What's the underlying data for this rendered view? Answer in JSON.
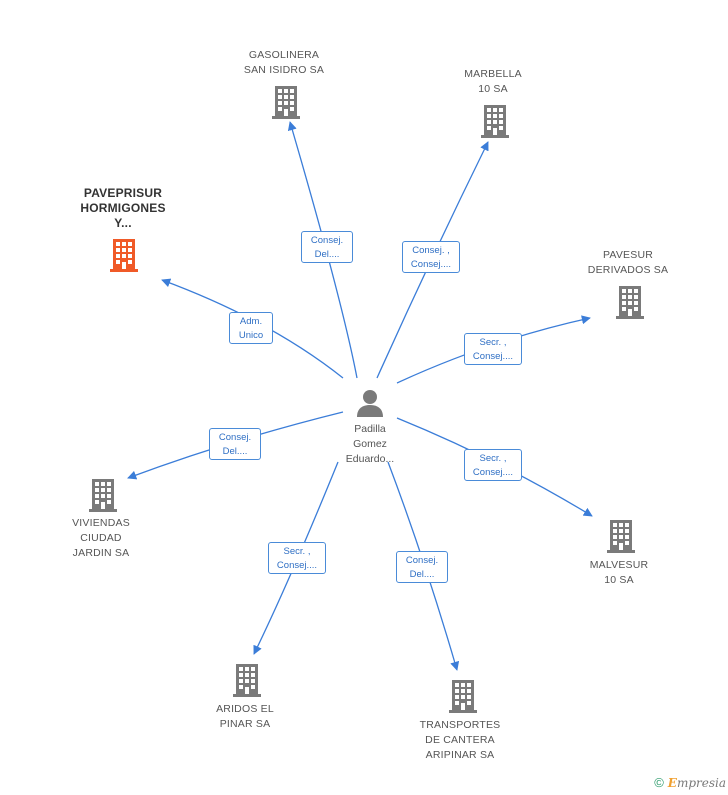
{
  "center": {
    "name_lines": [
      "Padilla",
      "Gomez",
      "Eduardo..."
    ],
    "icon": "person-icon"
  },
  "companies": [
    {
      "id": "gasolinera",
      "lines": [
        "GASOLINERA",
        "SAN ISIDRO SA"
      ],
      "icon": "building-icon",
      "color": "#7a7a7a",
      "relation": [
        "Consej.",
        "Del...."
      ]
    },
    {
      "id": "marbella",
      "lines": [
        "MARBELLA",
        "10 SA"
      ],
      "icon": "building-icon",
      "color": "#7a7a7a",
      "relation": [
        "Consej. ,",
        "Consej...."
      ]
    },
    {
      "id": "paveprisur",
      "lines": [
        "PAVEPRISUR",
        "HORMIGONES",
        "Y..."
      ],
      "icon": "building-icon",
      "color": "#f05a28",
      "highlight": true,
      "relation": [
        "Adm.",
        "Unico"
      ]
    },
    {
      "id": "pavesur",
      "lines": [
        "PAVESUR",
        "DERIVADOS SA"
      ],
      "icon": "building-icon",
      "color": "#7a7a7a",
      "relation": [
        "Secr. ,",
        "Consej...."
      ]
    },
    {
      "id": "viviendas",
      "lines": [
        "VIVIENDAS",
        "CIUDAD",
        "JARDIN SA"
      ],
      "icon": "building-icon",
      "color": "#7a7a7a",
      "relation": [
        "Consej.",
        "Del...."
      ]
    },
    {
      "id": "malvesur",
      "lines": [
        "MALVESUR",
        "10 SA"
      ],
      "icon": "building-icon",
      "color": "#7a7a7a",
      "relation": [
        "Secr. ,",
        "Consej...."
      ]
    },
    {
      "id": "aridos",
      "lines": [
        "ARIDOS EL",
        "PINAR SA"
      ],
      "icon": "building-icon",
      "color": "#7a7a7a",
      "relation": [
        "Secr. ,",
        "Consej...."
      ]
    },
    {
      "id": "transportes",
      "lines": [
        "TRANSPORTES",
        "DE CANTERA",
        "ARIPINAR SA"
      ],
      "icon": "building-icon",
      "color": "#7a7a7a",
      "relation": [
        "Consej.",
        "Del...."
      ]
    }
  ],
  "colors": {
    "edge": "#3b7dd8",
    "building": "#7a7a7a",
    "highlight": "#f05a28"
  },
  "footer": {
    "copyright": "©",
    "brand_first": "E",
    "brand_rest": "mpresia"
  }
}
